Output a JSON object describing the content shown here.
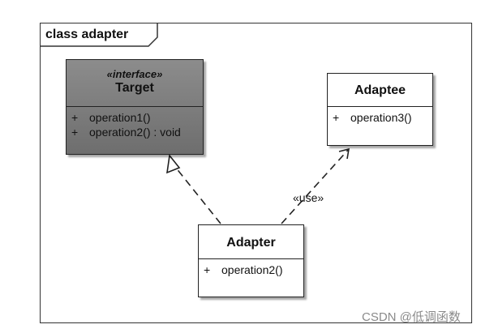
{
  "frame": {
    "title": "class adapter"
  },
  "classes": {
    "target": {
      "stereotype": "«interface»",
      "name": "Target",
      "operations": [
        {
          "visibility": "+",
          "signature": "operation1()"
        },
        {
          "visibility": "+",
          "signature": "operation2() : void"
        }
      ]
    },
    "adaptee": {
      "name": "Adaptee",
      "operations": [
        {
          "visibility": "+",
          "signature": "operation3()"
        }
      ]
    },
    "adapter": {
      "name": "Adapter",
      "operations": [
        {
          "visibility": "+",
          "signature": "operation2()"
        }
      ]
    }
  },
  "relations": {
    "use_label": "«use»"
  },
  "watermark": "CSDN @低调函数"
}
